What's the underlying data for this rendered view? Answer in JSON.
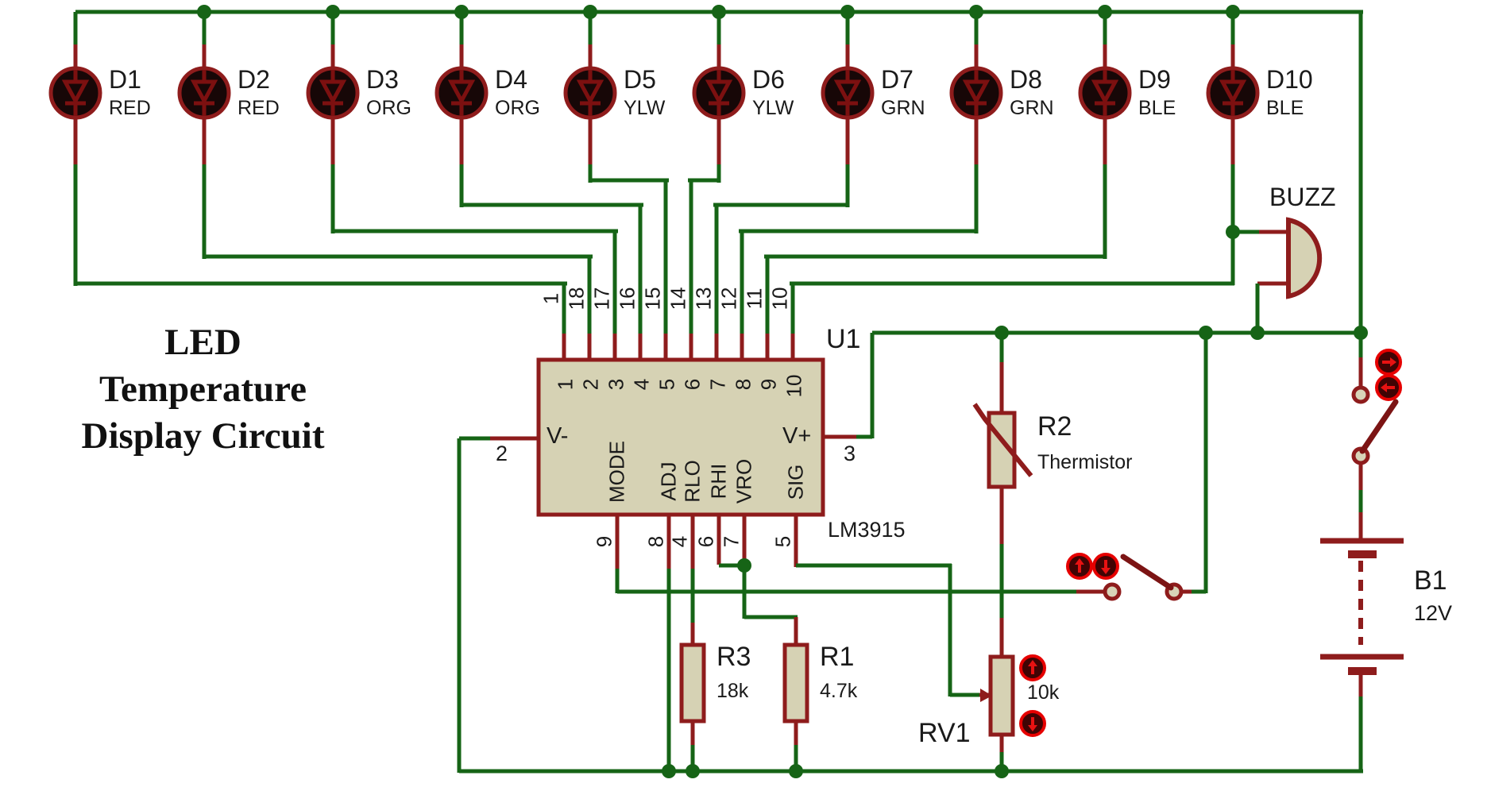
{
  "title": {
    "line1": "LED",
    "line2": "Temperature",
    "line3": "Display Circuit"
  },
  "leds": [
    {
      "ref": "D1",
      "color": "RED"
    },
    {
      "ref": "D2",
      "color": "RED"
    },
    {
      "ref": "D3",
      "color": "ORG"
    },
    {
      "ref": "D4",
      "color": "ORG"
    },
    {
      "ref": "D5",
      "color": "YLW"
    },
    {
      "ref": "D6",
      "color": "YLW"
    },
    {
      "ref": "D7",
      "color": "GRN"
    },
    {
      "ref": "D8",
      "color": "GRN"
    },
    {
      "ref": "D9",
      "color": "BLE"
    },
    {
      "ref": "D10",
      "color": "BLE"
    }
  ],
  "ic": {
    "ref": "U1",
    "part": "LM3915",
    "left_pin": {
      "number": "2",
      "label": "V-"
    },
    "right_pin": {
      "number": "3",
      "label": "V+"
    },
    "top_outer_pins": [
      "1",
      "18",
      "17",
      "16",
      "15",
      "14",
      "13",
      "12",
      "11",
      "10"
    ],
    "top_inner_pins": [
      "1",
      "2",
      "3",
      "4",
      "5",
      "6",
      "7",
      "8",
      "9",
      "10"
    ],
    "bottom_pins": [
      {
        "number": "9",
        "label": "MODE"
      },
      {
        "number": "8",
        "label": "ADJ"
      },
      {
        "number": "4",
        "label": "RLO"
      },
      {
        "number": "6",
        "label": "RHI"
      },
      {
        "number": "7",
        "label": "VRO"
      },
      {
        "number": "5",
        "label": "SIG"
      }
    ]
  },
  "components": {
    "buzzer": {
      "ref": "BUZZ"
    },
    "thermistor": {
      "ref": "R2",
      "value": "Thermistor"
    },
    "r3": {
      "ref": "R3",
      "value": "18k"
    },
    "r1": {
      "ref": "R1",
      "value": "4.7k"
    },
    "rv1": {
      "ref": "RV1",
      "value": "10k"
    },
    "battery": {
      "ref": "B1",
      "value": "12V"
    }
  },
  "colors": {
    "wire_green": "#166416",
    "component_red": "#8e1c1c",
    "body_fill": "#d6d2b4",
    "button_red": "#e60000",
    "led_fill": "#170707"
  }
}
